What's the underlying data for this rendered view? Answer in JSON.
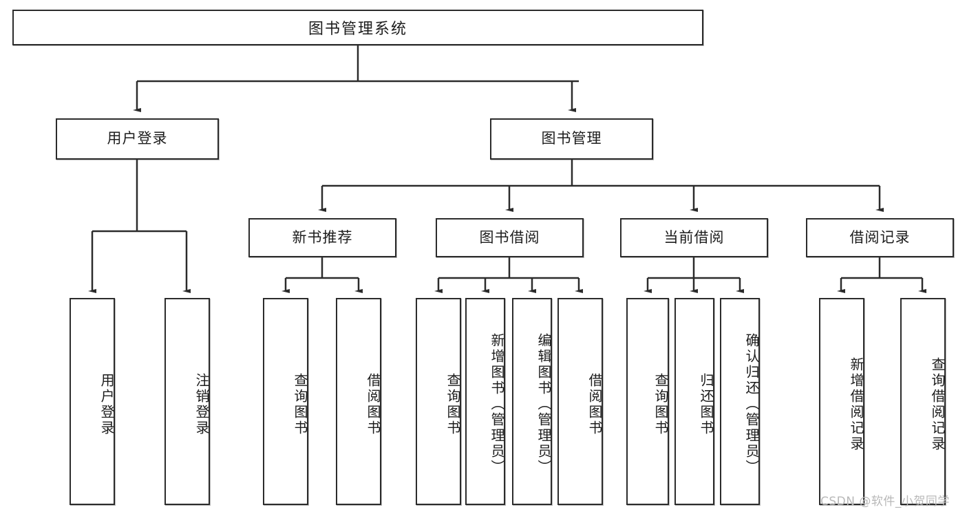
{
  "diagram": {
    "title": "图书管理系统",
    "type": "hierarchy-tree",
    "root": {
      "label": "图书管理系统"
    },
    "level2": [
      {
        "id": "user-login",
        "label": "用户登录"
      },
      {
        "id": "book-management",
        "label": "图书管理"
      }
    ],
    "level3": [
      {
        "id": "new-book-recommend",
        "label": "新书推荐",
        "parent": "book-management"
      },
      {
        "id": "book-borrow",
        "label": "图书借阅",
        "parent": "book-management"
      },
      {
        "id": "current-borrow",
        "label": "当前借阅",
        "parent": "book-management"
      },
      {
        "id": "borrow-record",
        "label": "借阅记录",
        "parent": "book-management"
      }
    ],
    "leaves": [
      {
        "id": "leaf-user-login",
        "label": "用户登录",
        "parent": "user-login"
      },
      {
        "id": "leaf-logout-login",
        "label": "注销登录",
        "parent": "user-login"
      },
      {
        "id": "leaf-query-book-1",
        "label": "查询图书",
        "parent": "new-book-recommend"
      },
      {
        "id": "leaf-borrow-book-1",
        "label": "借阅图书",
        "parent": "new-book-recommend"
      },
      {
        "id": "leaf-query-book-2",
        "label": "查询图书",
        "parent": "book-borrow"
      },
      {
        "id": "leaf-add-book",
        "label": "新增图书（管理员）",
        "parent": "book-borrow"
      },
      {
        "id": "leaf-edit-book",
        "label": "编辑图书（管理员）",
        "parent": "book-borrow"
      },
      {
        "id": "leaf-borrow-book-2",
        "label": "借阅图书",
        "parent": "book-borrow"
      },
      {
        "id": "leaf-query-book-3",
        "label": "查询图书",
        "parent": "current-borrow"
      },
      {
        "id": "leaf-return-book",
        "label": "归还图书",
        "parent": "current-borrow"
      },
      {
        "id": "leaf-confirm-return",
        "label": "确认归还（管理员）",
        "parent": "current-borrow"
      },
      {
        "id": "leaf-add-record",
        "label": "新增借阅记录",
        "parent": "borrow-record"
      },
      {
        "id": "leaf-query-record",
        "label": "查询借阅记录",
        "parent": "borrow-record"
      }
    ],
    "watermark": "CSDN @软件_小贺同学",
    "colors": {
      "border": "#2b2b2b",
      "text": "#1c1c1c",
      "background": "#ffffff",
      "watermark": "#b8b8b8"
    }
  }
}
